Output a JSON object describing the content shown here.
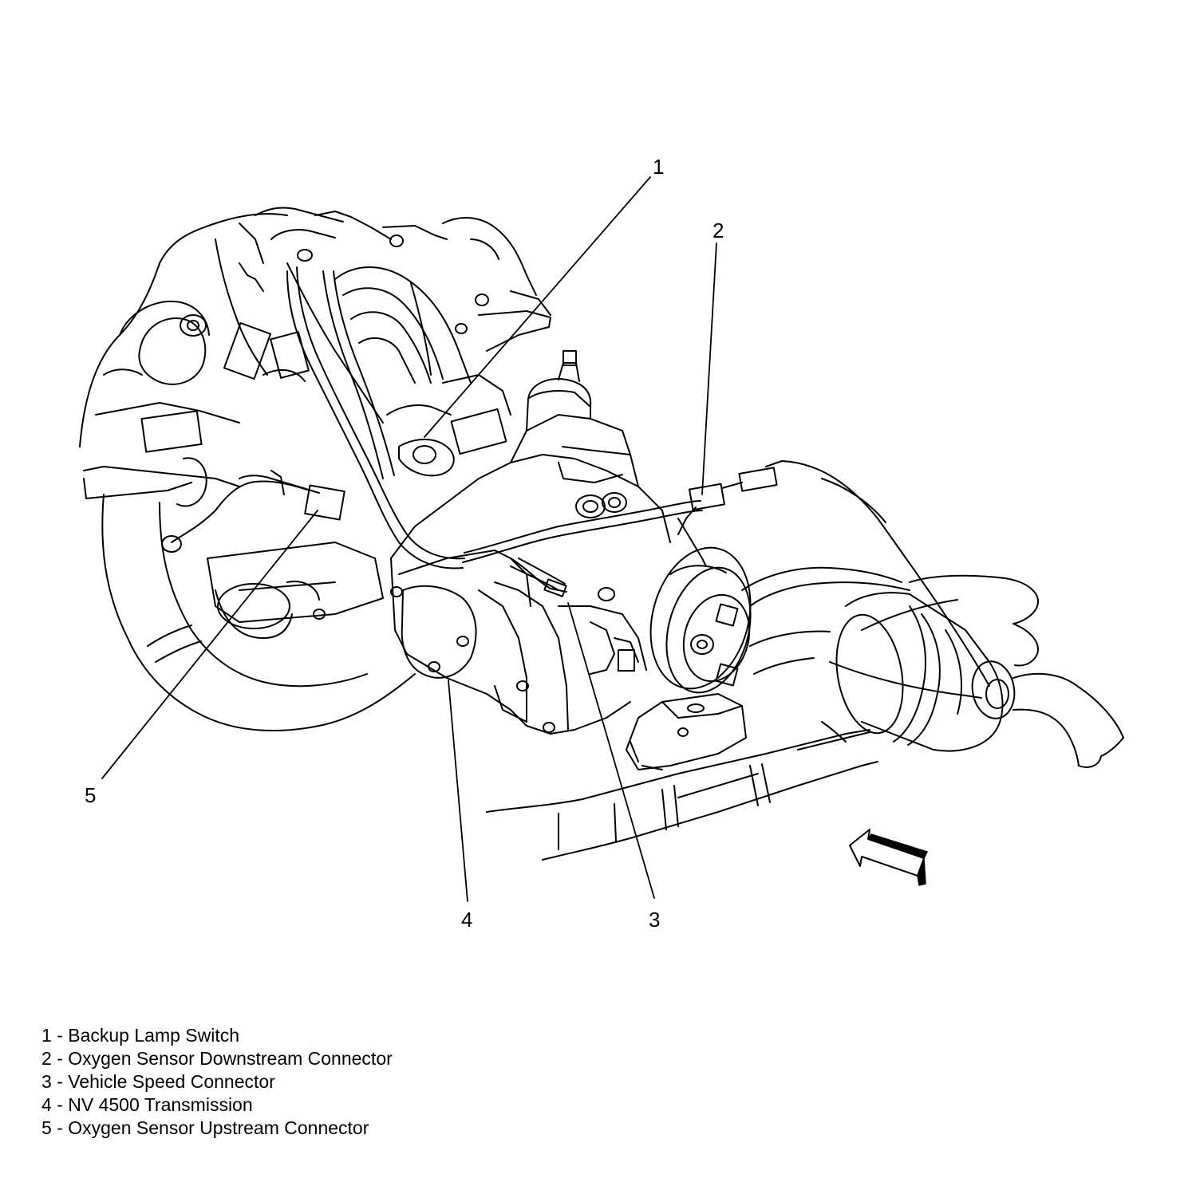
{
  "callouts": [
    {
      "number": "1",
      "label": "Backup Lamp Switch"
    },
    {
      "number": "2",
      "label": "Oxygen Sensor Downstream Connector"
    },
    {
      "number": "3",
      "label": "Vehicle Speed Connector"
    },
    {
      "number": "4",
      "label": "NV 4500 Transmission"
    },
    {
      "number": "5",
      "label": "Oxygen Sensor Upstream Connector"
    }
  ],
  "separator": " - ",
  "colors": {
    "line": "#000000",
    "background": "#ffffff"
  },
  "icons": {
    "direction_arrow": "front-of-vehicle-arrow-icon"
  }
}
